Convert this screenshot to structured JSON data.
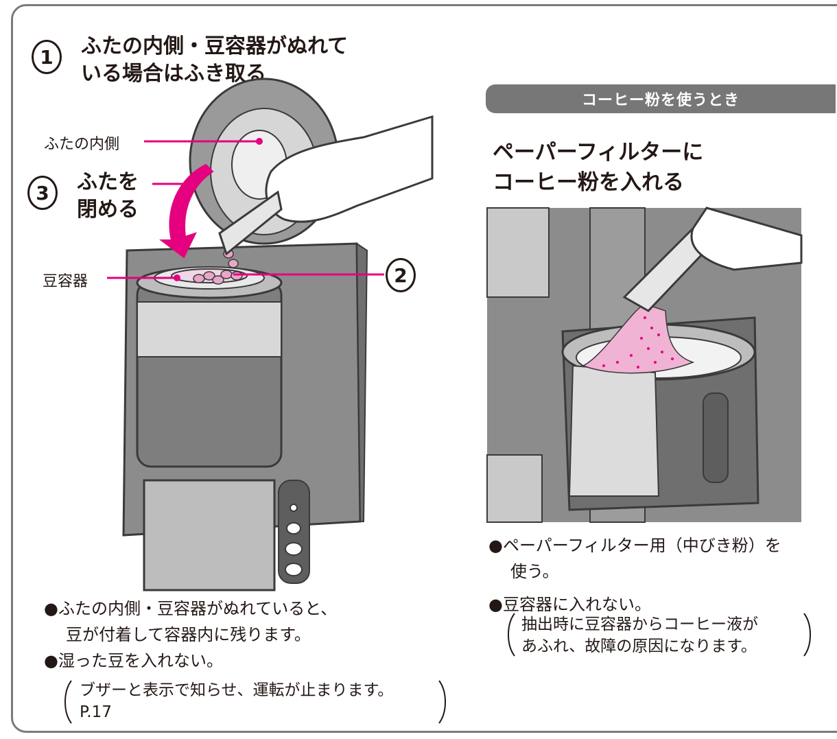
{
  "colors": {
    "accent": "#e5007f",
    "frame": "#7a7a7a",
    "banner": "#777777",
    "machine": "#8c8c8c"
  },
  "step1": {
    "number": "1",
    "line1": "ふたの内側・豆容器がぬれて",
    "line2": "いる場合はふき取る"
  },
  "step2": {
    "number": "2"
  },
  "step3": {
    "number": "3",
    "line1": "ふたを",
    "line2": "閉める"
  },
  "labels": {
    "lid_inside": "ふたの内側",
    "bean_container": "豆容器"
  },
  "left_notes": {
    "note1_line1": "●ふたの内側・豆容器がぬれていると、",
    "note1_line2": "豆が付着して容器内に残ります。",
    "note2": "●湿った豆を入れない。",
    "paren_line1": "ブザーと表示で知らせ、運転が止まります。",
    "paren_line2": "P.17"
  },
  "right": {
    "banner": "コーヒー粉を使うとき",
    "heading_line1": "ペーパーフィルターに",
    "heading_line2": "コーヒー粉を入れる",
    "note1_line1": "●ペーパーフィルター用（中びき粉）を",
    "note1_line2": "使う。",
    "note2": "●豆容器に入れない。",
    "paren_line1": "抽出時に豆容器からコーヒー液が",
    "paren_line2": "あふれ、故障の原因になります。"
  },
  "icons": [
    "hand-icon",
    "coffee-maker-illustration",
    "close-arrow-icon",
    "measuring-spoon-icon",
    "filter-basket-illustration"
  ]
}
